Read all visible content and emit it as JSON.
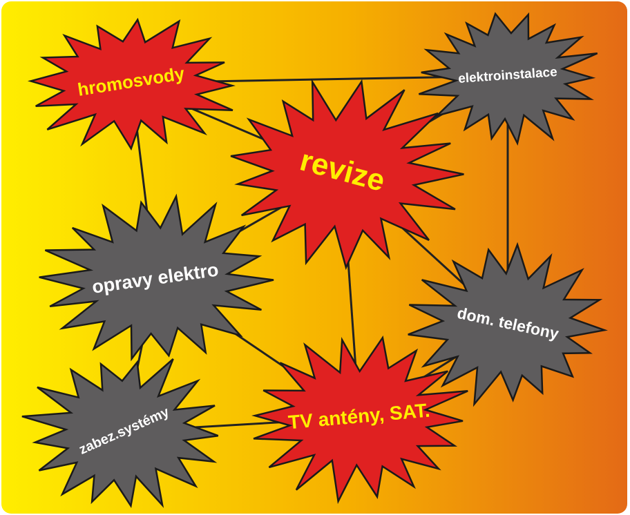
{
  "colors": {
    "bg_start": "#ffee00",
    "bg_mid": "#f6b000",
    "bg_end": "#e46a16",
    "red_burst": "#e02121",
    "gray_burst": "#5e5c5d",
    "outline": "#1a1a1a",
    "line": "#222222",
    "text_yellow": "#ffee00",
    "text_white": "#ffffff"
  },
  "nodes": [
    {
      "id": "hromosvody",
      "label": "hromosvody",
      "style": "red"
    },
    {
      "id": "elektroinstalace",
      "label": "elektroinstalace",
      "style": "gray"
    },
    {
      "id": "revize",
      "label": "revize",
      "style": "red"
    },
    {
      "id": "opravy",
      "label": "opravy elektro",
      "style": "gray"
    },
    {
      "id": "telefony",
      "label": "dom. telefony",
      "style": "gray"
    },
    {
      "id": "zabez",
      "label": "zabez.systémy",
      "style": "gray"
    },
    {
      "id": "tv",
      "label": "TV antény, SAT.",
      "style": "red"
    }
  ],
  "edges": [
    [
      "hromosvody",
      "elektroinstalace"
    ],
    [
      "hromosvody",
      "revize"
    ],
    [
      "hromosvody",
      "opravy"
    ],
    [
      "elektroinstalace",
      "revize"
    ],
    [
      "elektroinstalace",
      "telefony"
    ],
    [
      "revize",
      "opravy"
    ],
    [
      "revize",
      "telefony"
    ],
    [
      "revize",
      "tv"
    ],
    [
      "opravy",
      "zabez"
    ],
    [
      "opravy",
      "tv"
    ],
    [
      "zabez",
      "tv"
    ],
    [
      "tv",
      "telefony"
    ]
  ]
}
